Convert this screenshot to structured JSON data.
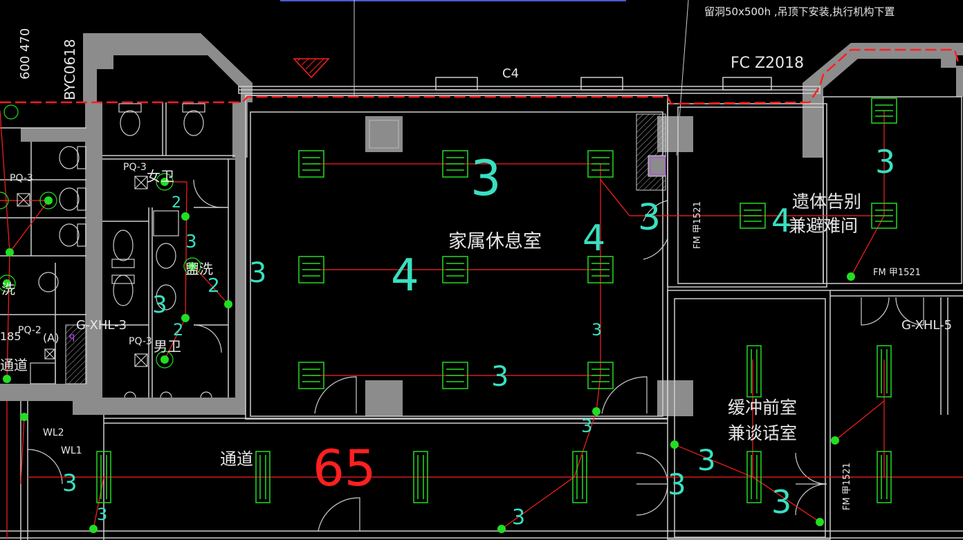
{
  "title_note": "留洞50x500h   ,吊顶下安装,执行机构下置",
  "fc_label": "FC Z2018",
  "window_label": "C4",
  "left_dims": [
    "600",
    "470"
  ],
  "left_code": "BYC0618",
  "rooms": {
    "family_lounge": "家属休息室",
    "farewell_line1": "遗体告别",
    "farewell_line2": "兼避难间",
    "buffer_line1": "缓冲前室",
    "buffer_line2": "兼谈话室",
    "corridor": "通道",
    "male_wc": "男卫",
    "female_wc": "女卫",
    "wash": "盥洗",
    "wash_left": "洗",
    "passage_left": "通道"
  },
  "equipment": {
    "pq3_a": "PQ-3",
    "pq3_b": "PQ-3",
    "pq3_c": "PQ-3",
    "pq2": "PQ-2",
    "pq2_suffix": "(A)",
    "xhl3": "G-XHL-3",
    "xhl5": "G-XHL-5",
    "fm1": "FM 甲1521",
    "fm2": "FM 甲1521",
    "fm3": "FM 甲1521",
    "wl1": "WL1",
    "wl2": "WL2",
    "num185": "185"
  },
  "handwritten": [
    "3",
    "4",
    "3",
    "3",
    "4",
    "3",
    "4",
    "3",
    "3",
    "3",
    "3",
    "3",
    "3",
    "3",
    "3",
    "2",
    "2",
    "2",
    "3",
    "3",
    "3"
  ],
  "handwritten_red": "65",
  "colors": {
    "background": "#000000",
    "wall": "#8c8c8c",
    "wire_red": "#ff2020",
    "fixture_green": "#22dd22",
    "handwriting_cyan": "#38e0c0",
    "text_white": "#e6e6e6"
  }
}
